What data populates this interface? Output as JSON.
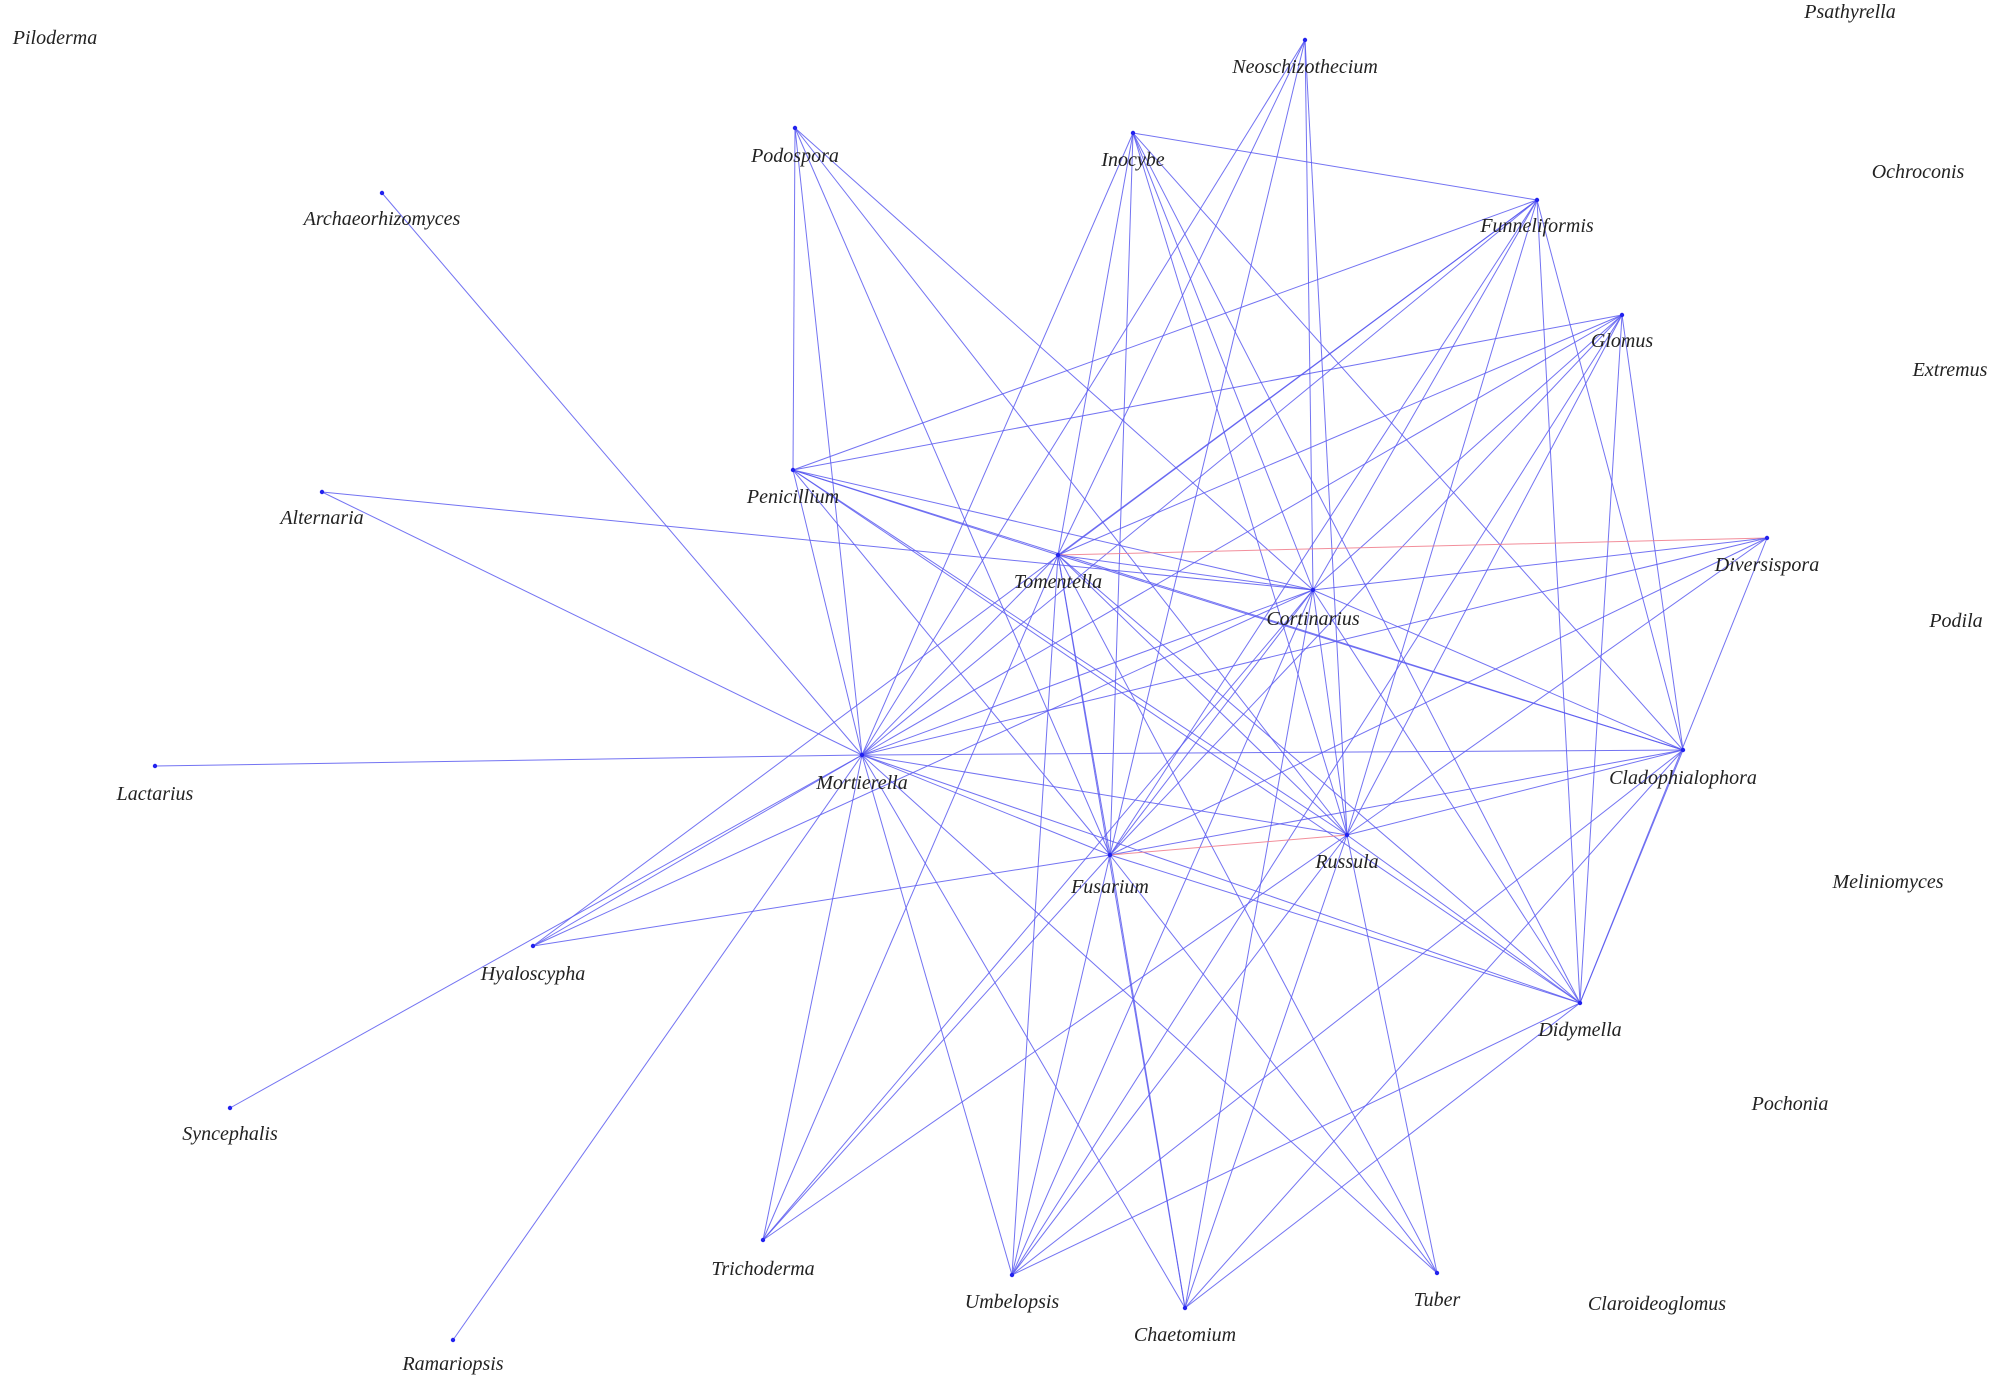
{
  "colors": {
    "positive_edge": "#5b5bf0",
    "negative_edge": "#f07a8a",
    "label": "#222222",
    "background": "#ffffff"
  },
  "nodes": [
    {
      "id": "Piloderma",
      "label": "Piloderma"
    },
    {
      "id": "Psathyrella",
      "label": "Psathyrella"
    },
    {
      "id": "Neoschizothecium",
      "label": "Neoschizothecium"
    },
    {
      "id": "Podospora",
      "label": "Podospora"
    },
    {
      "id": "Inocybe",
      "label": "Inocybe"
    },
    {
      "id": "Ochroconis",
      "label": "Ochroconis"
    },
    {
      "id": "Archaeorhizomyces",
      "label": "Archaeorhizomyces"
    },
    {
      "id": "Funneliformis",
      "label": "Funneliformis"
    },
    {
      "id": "Glomus",
      "label": "Glomus"
    },
    {
      "id": "Extremus",
      "label": "Extremus"
    },
    {
      "id": "Penicillium",
      "label": "Penicillium"
    },
    {
      "id": "Alternaria",
      "label": "Alternaria"
    },
    {
      "id": "Diversispora",
      "label": "Diversispora"
    },
    {
      "id": "Tomentella",
      "label": "Tomentella"
    },
    {
      "id": "Cortinarius",
      "label": "Cortinarius"
    },
    {
      "id": "Podila",
      "label": "Podila"
    },
    {
      "id": "Lactarius",
      "label": "Lactarius"
    },
    {
      "id": "Mortierella",
      "label": "Mortierella"
    },
    {
      "id": "Cladophialophora",
      "label": "Cladophialophora"
    },
    {
      "id": "Meliniomyces",
      "label": "Meliniomyces"
    },
    {
      "id": "Russula",
      "label": "Russula"
    },
    {
      "id": "Fusarium",
      "label": "Fusarium"
    },
    {
      "id": "Hyaloscypha",
      "label": "Hyaloscypha"
    },
    {
      "id": "Didymella",
      "label": "Didymella"
    },
    {
      "id": "Pochonia",
      "label": "Pochonia"
    },
    {
      "id": "Syncephalis",
      "label": "Syncephalis"
    },
    {
      "id": "Trichoderma",
      "label": "Trichoderma"
    },
    {
      "id": "Umbelopsis",
      "label": "Umbelopsis"
    },
    {
      "id": "Tuber",
      "label": "Tuber"
    },
    {
      "id": "Claroideoglomus",
      "label": "Claroideoglomus"
    },
    {
      "id": "Chaetomium",
      "label": "Chaetomium"
    },
    {
      "id": "Ramariopsis",
      "label": "Ramariopsis"
    }
  ],
  "edges": [
    [
      "Neoschizothecium",
      "Mortierella",
      "pos"
    ],
    [
      "Neoschizothecium",
      "Tomentella",
      "pos"
    ],
    [
      "Neoschizothecium",
      "Cortinarius",
      "pos"
    ],
    [
      "Neoschizothecium",
      "Fusarium",
      "pos"
    ],
    [
      "Neoschizothecium",
      "Russula",
      "pos"
    ],
    [
      "Podospora",
      "Penicillium",
      "pos"
    ],
    [
      "Podospora",
      "Mortierella",
      "pos"
    ],
    [
      "Podospora",
      "Russula",
      "pos"
    ],
    [
      "Podospora",
      "Fusarium",
      "pos"
    ],
    [
      "Podospora",
      "Cortinarius",
      "pos"
    ],
    [
      "Inocybe",
      "Funneliformis",
      "pos"
    ],
    [
      "Inocybe",
      "Mortierella",
      "pos"
    ],
    [
      "Inocybe",
      "Tomentella",
      "pos"
    ],
    [
      "Inocybe",
      "Cortinarius",
      "pos"
    ],
    [
      "Inocybe",
      "Russula",
      "pos"
    ],
    [
      "Inocybe",
      "Fusarium",
      "pos"
    ],
    [
      "Inocybe",
      "Cladophialophora",
      "pos"
    ],
    [
      "Inocybe",
      "Didymella",
      "pos"
    ],
    [
      "Archaeorhizomyces",
      "Mortierella",
      "pos"
    ],
    [
      "Funneliformis",
      "Penicillium",
      "pos"
    ],
    [
      "Funneliformis",
      "Tomentella",
      "pos"
    ],
    [
      "Funneliformis",
      "Cortinarius",
      "pos"
    ],
    [
      "Funneliformis",
      "Mortierella",
      "pos"
    ],
    [
      "Funneliformis",
      "Fusarium",
      "pos"
    ],
    [
      "Funneliformis",
      "Russula",
      "pos"
    ],
    [
      "Funneliformis",
      "Didymella",
      "pos"
    ],
    [
      "Funneliformis",
      "Cladophialophora",
      "pos"
    ],
    [
      "Funneliformis",
      "Hyaloscypha",
      "pos"
    ],
    [
      "Glomus",
      "Penicillium",
      "pos"
    ],
    [
      "Glomus",
      "Tomentella",
      "pos"
    ],
    [
      "Glomus",
      "Cortinarius",
      "pos"
    ],
    [
      "Glomus",
      "Mortierella",
      "pos"
    ],
    [
      "Glomus",
      "Fusarium",
      "pos"
    ],
    [
      "Glomus",
      "Russula",
      "pos"
    ],
    [
      "Glomus",
      "Cladophialophora",
      "pos"
    ],
    [
      "Glomus",
      "Didymella",
      "pos"
    ],
    [
      "Glomus",
      "Umbelopsis",
      "pos"
    ],
    [
      "Penicillium",
      "Tomentella",
      "pos"
    ],
    [
      "Penicillium",
      "Cortinarius",
      "pos"
    ],
    [
      "Penicillium",
      "Mortierella",
      "pos"
    ],
    [
      "Penicillium",
      "Russula",
      "pos"
    ],
    [
      "Penicillium",
      "Fusarium",
      "pos"
    ],
    [
      "Penicillium",
      "Cladophialophora",
      "pos"
    ],
    [
      "Penicillium",
      "Didymella",
      "pos"
    ],
    [
      "Alternaria",
      "Mortierella",
      "pos"
    ],
    [
      "Alternaria",
      "Cortinarius",
      "pos"
    ],
    [
      "Diversispora",
      "Tomentella",
      "neg"
    ],
    [
      "Diversispora",
      "Cortinarius",
      "pos"
    ],
    [
      "Diversispora",
      "Mortierella",
      "pos"
    ],
    [
      "Diversispora",
      "Fusarium",
      "pos"
    ],
    [
      "Diversispora",
      "Russula",
      "pos"
    ],
    [
      "Diversispora",
      "Didymella",
      "pos"
    ],
    [
      "Tomentella",
      "Cortinarius",
      "pos"
    ],
    [
      "Tomentella",
      "Mortierella",
      "pos"
    ],
    [
      "Tomentella",
      "Fusarium",
      "pos"
    ],
    [
      "Tomentella",
      "Russula",
      "pos"
    ],
    [
      "Tomentella",
      "Cladophialophora",
      "pos"
    ],
    [
      "Tomentella",
      "Didymella",
      "pos"
    ],
    [
      "Tomentella",
      "Umbelopsis",
      "pos"
    ],
    [
      "Tomentella",
      "Chaetomium",
      "pos"
    ],
    [
      "Tomentella",
      "Trichoderma",
      "pos"
    ],
    [
      "Tomentella",
      "Tuber",
      "pos"
    ],
    [
      "Cortinarius",
      "Mortierella",
      "pos"
    ],
    [
      "Cortinarius",
      "Russula",
      "pos"
    ],
    [
      "Cortinarius",
      "Fusarium",
      "pos"
    ],
    [
      "Cortinarius",
      "Cladophialophora",
      "pos"
    ],
    [
      "Cortinarius",
      "Didymella",
      "pos"
    ],
    [
      "Cortinarius",
      "Umbelopsis",
      "pos"
    ],
    [
      "Cortinarius",
      "Chaetomium",
      "pos"
    ],
    [
      "Cortinarius",
      "Trichoderma",
      "pos"
    ],
    [
      "Cortinarius",
      "Hyaloscypha",
      "pos"
    ],
    [
      "Lactarius",
      "Mortierella",
      "pos"
    ],
    [
      "Mortierella",
      "Russula",
      "pos"
    ],
    [
      "Mortierella",
      "Fusarium",
      "pos"
    ],
    [
      "Mortierella",
      "Cladophialophora",
      "pos"
    ],
    [
      "Mortierella",
      "Didymella",
      "pos"
    ],
    [
      "Mortierella",
      "Hyaloscypha",
      "pos"
    ],
    [
      "Mortierella",
      "Syncephalis",
      "pos"
    ],
    [
      "Mortierella",
      "Trichoderma",
      "pos"
    ],
    [
      "Mortierella",
      "Umbelopsis",
      "pos"
    ],
    [
      "Mortierella",
      "Chaetomium",
      "pos"
    ],
    [
      "Mortierella",
      "Tuber",
      "pos"
    ],
    [
      "Mortierella",
      "Ramariopsis",
      "pos"
    ],
    [
      "Cladophialophora",
      "Russula",
      "pos"
    ],
    [
      "Cladophialophora",
      "Fusarium",
      "pos"
    ],
    [
      "Cladophialophora",
      "Didymella",
      "pos"
    ],
    [
      "Cladophialophora",
      "Umbelopsis",
      "pos"
    ],
    [
      "Cladophialophora",
      "Chaetomium",
      "pos"
    ],
    [
      "Russula",
      "Fusarium",
      "neg"
    ],
    [
      "Russula",
      "Didymella",
      "pos"
    ],
    [
      "Russula",
      "Chaetomium",
      "pos"
    ],
    [
      "Russula",
      "Umbelopsis",
      "pos"
    ],
    [
      "Russula",
      "Trichoderma",
      "pos"
    ],
    [
      "Russula",
      "Tuber",
      "pos"
    ],
    [
      "Fusarium",
      "Hyaloscypha",
      "pos"
    ],
    [
      "Fusarium",
      "Didymella",
      "pos"
    ],
    [
      "Fusarium",
      "Chaetomium",
      "pos"
    ],
    [
      "Fusarium",
      "Umbelopsis",
      "pos"
    ],
    [
      "Fusarium",
      "Trichoderma",
      "pos"
    ],
    [
      "Fusarium",
      "Tuber",
      "pos"
    ],
    [
      "Didymella",
      "Umbelopsis",
      "pos"
    ],
    [
      "Didymella",
      "Chaetomium",
      "pos"
    ]
  ]
}
